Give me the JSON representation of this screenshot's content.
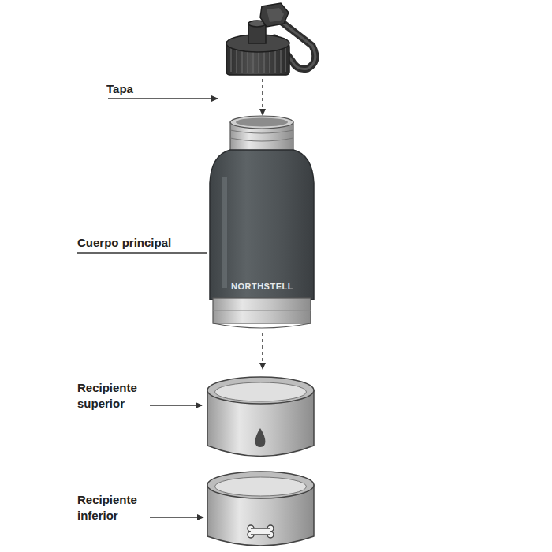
{
  "diagram": {
    "labels": [
      "Tapa",
      "Cuerpo principal",
      "NORTHSTELL",
      "Recipiente superior",
      "Recipiente inferior"
    ]
  }
}
